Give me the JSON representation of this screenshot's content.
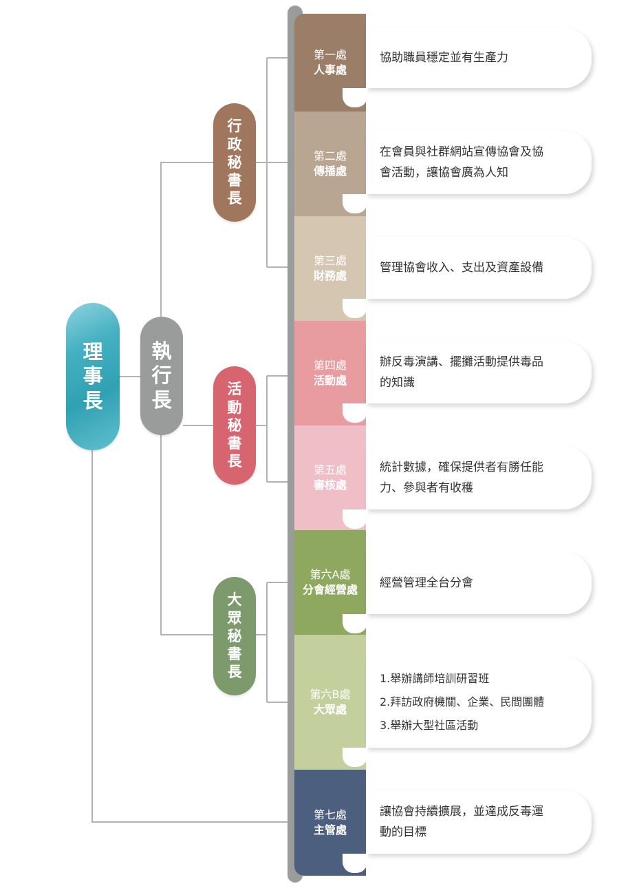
{
  "chairman": {
    "chars": [
      "理",
      "事",
      "長"
    ]
  },
  "ceo": {
    "chars": [
      "執",
      "行",
      "長"
    ]
  },
  "secretaries": [
    {
      "id": "admin",
      "chars": [
        "行",
        "政",
        "秘",
        "書",
        "長"
      ],
      "color": "#a0765c"
    },
    {
      "id": "activity",
      "chars": [
        "活",
        "動",
        "秘",
        "書",
        "長"
      ],
      "color": "#d6656f"
    },
    {
      "id": "public",
      "chars": [
        "大",
        "眾",
        "秘",
        "書",
        "長"
      ],
      "color": "#7c9a6c"
    }
  ],
  "departments": [
    {
      "number": "第一處",
      "name": "人事處",
      "color": "#9a7e67",
      "lines": [
        "協助職員穩定並有生產力"
      ]
    },
    {
      "number": "第二處",
      "name": "傳播處",
      "color": "#b8a592",
      "lines": [
        "在會員與社群網站宣傳協會及協",
        "會活動，讓協會廣為人知"
      ]
    },
    {
      "number": "第三處",
      "name": "財務處",
      "color": "#d5c6b2",
      "lines": [
        "管理協會收入、支出及資產設備"
      ]
    },
    {
      "number": "第四處",
      "name": "活動處",
      "color": "#e89c9f",
      "lines": [
        "辦反毒演講、擺攤活動提供毒品",
        "的知識"
      ]
    },
    {
      "number": "第五處",
      "name": "審核處",
      "color": "#f0bec6",
      "lines": [
        "統計數據，確保提供者有勝任能",
        "力、參與者有收穫"
      ]
    },
    {
      "number": "第六A處",
      "name": "分會經營處",
      "color": "#8fa860",
      "lines": [
        "經營管理全台分會"
      ]
    },
    {
      "number": "第六B處",
      "name": "大眾處",
      "color": "#c3d09e",
      "lines": [
        "1.舉辦講師培訓研習班",
        "2.拜訪政府機關、企業、民間團體",
        "3.舉辦大型社區活動"
      ]
    },
    {
      "number": "第七處",
      "name": "主管處",
      "color": "#4c5f7f",
      "lines": [
        "讓協會持續擴展，並達成反毒運",
        "動的目標"
      ]
    }
  ],
  "connector_color": "#b3b3b3"
}
